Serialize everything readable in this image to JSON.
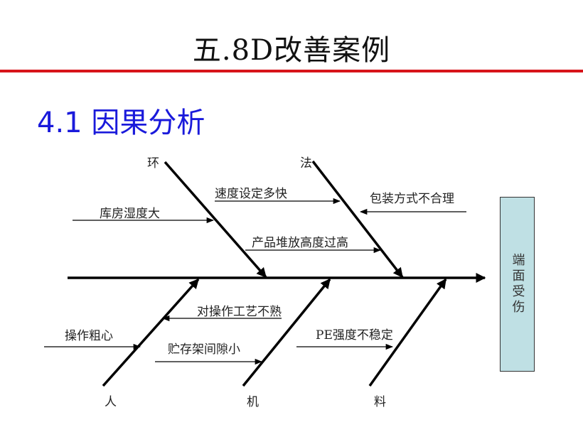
{
  "slide": {
    "title": "五.8D改善案例",
    "subtitle": "4.1 因果分析",
    "colors": {
      "rule": "#d7141a",
      "subtitle": "#1a1adb",
      "effect_fill": "#bfe0e4"
    }
  },
  "fishbone": {
    "effect": "端面受伤",
    "categories": {
      "environment": {
        "label": "环",
        "causes": [
          "库房湿度大"
        ]
      },
      "method": {
        "label": "法",
        "causes": [
          "速度设定多快",
          "产品堆放高度过高",
          "包装方式不合理"
        ]
      },
      "man": {
        "label": "人",
        "causes": [
          "对操作工艺不熟",
          "操作粗心"
        ]
      },
      "machine": {
        "label": "机",
        "causes": [
          "贮存架间隙小"
        ]
      },
      "material": {
        "label": "料",
        "causes": [
          "PE强度不稳定"
        ]
      }
    }
  }
}
